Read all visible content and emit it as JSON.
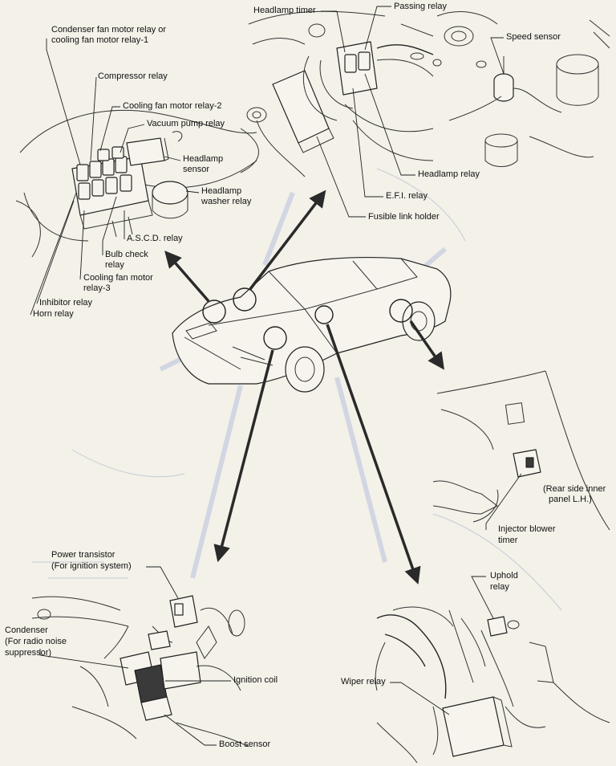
{
  "labels": {
    "condenser_fan_relay": "Condenser fan motor relay or",
    "condenser_fan_relay_2": "cooling fan motor relay-1",
    "compressor_relay": "Compressor relay",
    "cooling_fan_relay_2": "Cooling fan motor relay-2",
    "vacuum_pump_relay": "Vacuum pump relay",
    "headlamp_sensor_1": "Headlamp",
    "headlamp_sensor_2": "sensor",
    "headlamp_washer_1": "Headlamp",
    "headlamp_washer_2": "washer relay",
    "ascd_relay": "A.S.C.D. relay",
    "bulb_check_1": "Bulb check",
    "bulb_check_2": "relay",
    "cooling_fan_relay_3_1": "Cooling fan motor",
    "cooling_fan_relay_3_2": "relay-3",
    "inhibitor_relay": "Inhibitor relay",
    "horn_relay": "Horn relay",
    "headlamp_timer": "Headlamp timer",
    "passing_relay": "Passing relay",
    "speed_sensor": "Speed sensor",
    "headlamp_relay": "Headlamp relay",
    "efi_relay": "E.F.I. relay",
    "fusible_link_holder": "Fusible link holder",
    "rear_panel_1": "(Rear side inner",
    "rear_panel_2": "panel L.H.)",
    "injector_timer_1": "Injector blower",
    "injector_timer_2": "timer",
    "power_transistor_1": "Power transistor",
    "power_transistor_2": "(For ignition system)",
    "condenser_1": "Condenser",
    "condenser_2": "(For radio noise",
    "condenser_3": "suppressor)",
    "ignition_coil": "Ignition coil",
    "boost_sensor": "Boost sensor",
    "uphold_relay_1": "Uphold",
    "uphold_relay_2": "relay",
    "wiper_relay": "Wiper relay"
  },
  "colors": {
    "paper": "#f3f1e8",
    "ink": "#1a1a1a",
    "bleed": "#b9c3d3"
  }
}
